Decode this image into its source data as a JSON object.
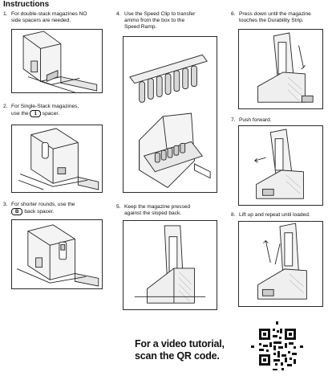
{
  "header": {
    "title": "Instructions"
  },
  "steps": [
    {
      "num": "1.",
      "line1": "For double-stack magazines NO",
      "line2": "side spacers are needed."
    },
    {
      "num": "2.",
      "line1": "For Single-Stack magazines,",
      "line2_pre": "use the",
      "pill": "1",
      "line2_post": "spacer."
    },
    {
      "num": "3.",
      "line1": "For shorter rounds, use the",
      "pill": "B",
      "line2_post": "back spacer."
    },
    {
      "num": "4.",
      "line1": "Use the Speed Clip to transfer",
      "line2": "ammo from the box to the",
      "line3": "Speed Ramp."
    },
    {
      "num": "5.",
      "line1": "Keep the magazine pressed",
      "line2": "against the sloped back."
    },
    {
      "num": "6.",
      "line1": "Press down until the magazine",
      "line2": "touches the Durability Strip."
    },
    {
      "num": "7.",
      "line1": "Push forward."
    },
    {
      "num": "8.",
      "line1": "Lift up and repeat until loaded."
    }
  ],
  "tutorial": {
    "line1": "For a video tutorial,",
    "line2": "scan the QR code."
  }
}
